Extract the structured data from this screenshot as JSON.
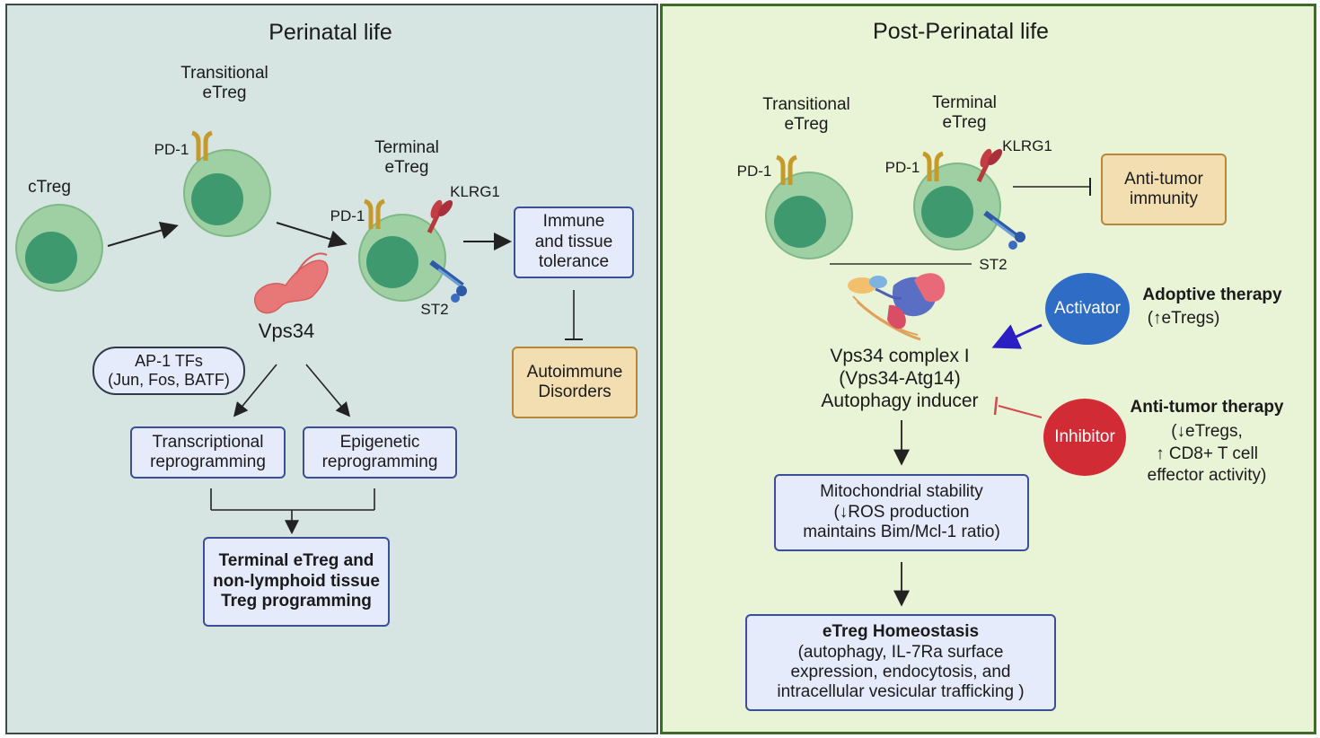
{
  "left": {
    "title": "Perinatal life",
    "ctreg_label": "cTreg",
    "transitional_label": [
      "Transitional",
      "eTreg"
    ],
    "terminal_label": [
      "Terminal",
      "eTreg"
    ],
    "pd1_a": "PD-1",
    "pd1_b": "PD-1",
    "klrg1": "KLRG1",
    "st2": "ST2",
    "vps34": "Vps34",
    "ap1": [
      "AP-1 TFs",
      "(Jun, Fos, BATF)"
    ],
    "transcriptional": [
      "Transcriptional",
      "reprogramming"
    ],
    "epigenetic": [
      "Epigenetic",
      "reprogramming"
    ],
    "terminal_program": [
      "Terminal eTreg and",
      "non-lymphoid tissue",
      "Treg programming"
    ],
    "immune": [
      "Immune",
      "and tissue",
      "tolerance"
    ],
    "autoimmune": [
      "Autoimmune",
      "Disorders"
    ]
  },
  "right": {
    "title": "Post-Perinatal life",
    "transitional_label": [
      "Transitional",
      "eTreg"
    ],
    "terminal_label": [
      "Terminal",
      "eTreg"
    ],
    "pd1_a": "PD-1",
    "pd1_b": "PD-1",
    "klrg1": "KLRG1",
    "st2": "ST2",
    "antitumor_immunity": [
      "Anti-tumor",
      "immunity"
    ],
    "activator": "Activator",
    "inhibitor": "Inhibitor",
    "adoptive_title": "Adoptive therapy",
    "adoptive_detail": "(↑eTregs)",
    "antitumor_title": "Anti-tumor therapy",
    "antitumor_detail": [
      "(↓eTregs,",
      "↑ CD8+ T cell",
      "effector activity)"
    ],
    "complex": [
      "Vps34 complex I",
      "(Vps34-Atg14)",
      "Autophagy inducer"
    ],
    "mito": [
      "Mitochondrial stability",
      "(↓ROS production",
      "maintains Bim/Mcl-1 ratio)"
    ],
    "homeostasis_title": "eTreg Homeostasis",
    "homeostasis_detail": [
      "(autophagy, IL-7Ra surface",
      "expression, endocytosis, and",
      "intracellular vesicular trafficking )"
    ]
  },
  "colors": {
    "left_bg": "#d6e5e1",
    "right_bg": "#e9f3d6",
    "cell_outer": "#9fd0a3",
    "cell_nucleus": "#3e9a6e",
    "box_blue_fill": "#e6ebfb",
    "box_blue_border": "#3a4e99",
    "box_tan_fill": "#f3deb1",
    "box_tan_border": "#b7873a",
    "activator": "#2f6cc6",
    "inhibitor": "#d12b35",
    "activation_arrow": "#2b1fc4",
    "inhibition_bar": "#d2484e"
  }
}
